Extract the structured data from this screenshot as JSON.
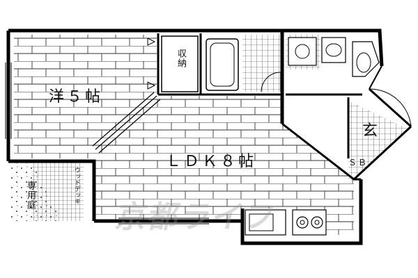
{
  "rooms": {
    "western_room": "洋５帖",
    "ldk": "ＬＤＫ８帖",
    "storage": "収納",
    "entrance": "玄",
    "shoe_box": "ＳＢ",
    "wood_deck": "ウッドデッキ",
    "private_garden": "専用庭"
  },
  "watermark": "京都ライフ"
}
